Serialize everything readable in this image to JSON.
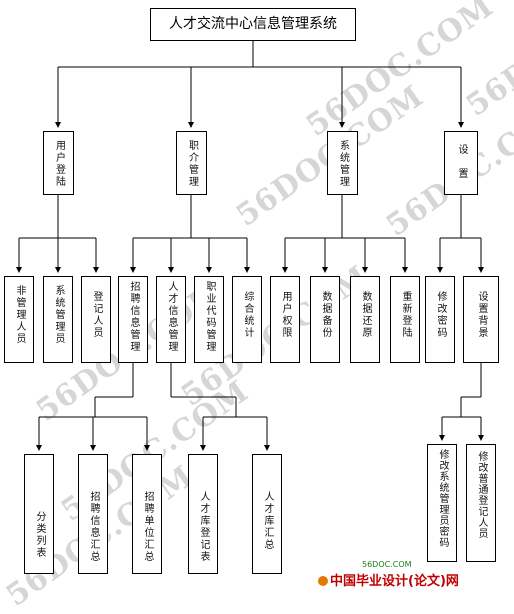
{
  "diagram": {
    "title": "人才交流中心信息管理系统",
    "level1": {
      "user_login": "用户登陆",
      "job_management": "职介管理",
      "system_management": "系统管理",
      "settings": "设置"
    },
    "user_login_children": {
      "non_admin": "非管理人员",
      "system_admin": "系统管理员",
      "register_staff": "登记人员"
    },
    "job_children": {
      "recruit_info": "招聘信息管理",
      "talent_info": "人才信息管理",
      "job_code": "职业代码管理",
      "stats": "综合统计"
    },
    "system_children": {
      "user_rights": "用户权限",
      "backup": "数据备份",
      "restore": "数据还原",
      "relogin": "重新登陆"
    },
    "settings_children": {
      "change_password": "修改密码",
      "set_background": "设置背景"
    },
    "recruit_children": {
      "category_list": "分类列表",
      "recruit_summary": "招聘信息汇总",
      "recruit_unit_summary": "招聘单位汇总"
    },
    "talent_children": {
      "talent_register": "人才库登记表",
      "talent_summary": "人才库汇总"
    },
    "background_children": {
      "admin_password": "修改系统管理员密码",
      "register_password": "修改普通登记人员"
    }
  },
  "watermarks": [
    "56DOC.COM",
    "56DOC.COM",
    "56DOC.COM",
    "56DOC.COM",
    "56DOC.COM",
    "56DOC.COM",
    "56DOC.COM",
    "56DOC.COM"
  ],
  "footer": {
    "logo_text": "中国毕业设计(论文)网",
    "url": "56DOC.COM"
  },
  "colors": {
    "line": "#000000",
    "watermark": "#d6d6d6",
    "logo": "#c00000"
  }
}
